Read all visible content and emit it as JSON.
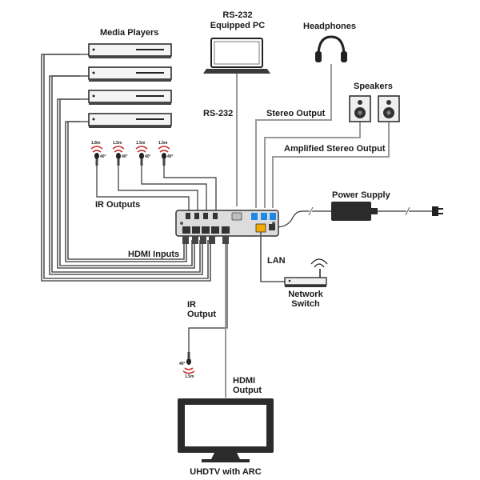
{
  "labels": {
    "media_players": "Media Players",
    "rs232_pc_line1": "RS-232",
    "rs232_pc_line2": "Equipped PC",
    "headphones": "Headphones",
    "speakers": "Speakers",
    "rs232": "RS-232",
    "stereo_output": "Stereo Output",
    "amplified_stereo_output": "Amplified Stereo Output",
    "ir_outputs": "IR Outputs",
    "power_supply": "Power Supply",
    "lan": "LAN",
    "hdmi_inputs": "HDMI Inputs",
    "network_switch_line1": "Network",
    "network_switch_line2": "Switch",
    "ir_output_line1": "IR",
    "ir_output_line2": "Output",
    "hdmi_output_line1": "HDMI",
    "hdmi_output_line2": "Output",
    "uhdtv": "UHDTV with ARC"
  },
  "ir_emitters": [
    {
      "length": "1.8m",
      "angle": "40°"
    },
    {
      "length": "1.5m",
      "angle": "40°"
    },
    {
      "length": "1.5m",
      "angle": "40°"
    },
    {
      "length": "1.5m",
      "angle": "40°"
    }
  ],
  "ir_output_emitter": {
    "length": "1.5m",
    "angle": "40°"
  },
  "colors": {
    "cable": "#555555",
    "cable_light": "#9a9a9a",
    "device": "#2b2b2b",
    "ir_signal": "#c62828",
    "port_blue": "#1e88e5",
    "port_orange": "#f2a900"
  }
}
